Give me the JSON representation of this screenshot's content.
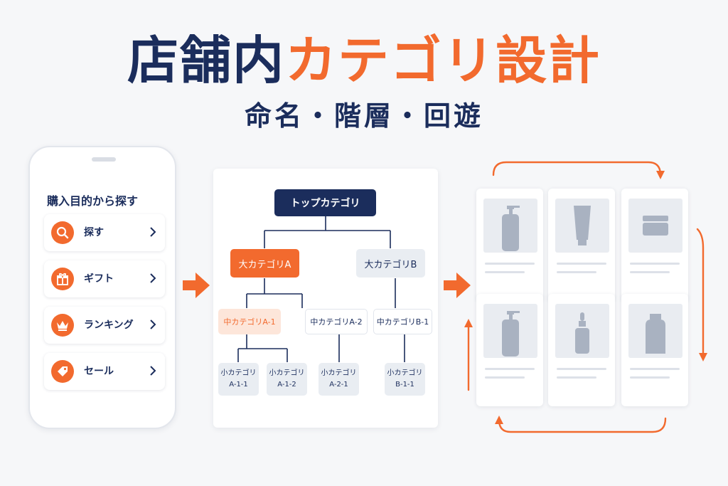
{
  "header": {
    "title_part1": "店舗内",
    "title_part2": "カテゴリ設計",
    "subtitle": "命名・階層・回遊"
  },
  "phone": {
    "heading": "購入目的から探す",
    "items": [
      {
        "label": "探す",
        "icon": "search-icon"
      },
      {
        "label": "ギフト",
        "icon": "gift-icon"
      },
      {
        "label": "ランキング",
        "icon": "crown-icon"
      },
      {
        "label": "セール",
        "icon": "tag-icon"
      }
    ]
  },
  "tree": {
    "top": "トップカテゴリ",
    "major_a": "大カテゴリA",
    "major_b": "大カテゴリB",
    "mid_a1": "中カテゴリA-1",
    "mid_a2": "中カテゴリA-2",
    "mid_b1": "中カテゴリB-1",
    "small": [
      {
        "line1": "小カテゴリ",
        "line2": "A-1-1"
      },
      {
        "line1": "小カテゴリ",
        "line2": "A-1-2"
      },
      {
        "line1": "小カテゴリ",
        "line2": "A-2-1"
      },
      {
        "line1": "小カテゴリ",
        "line2": "B-1-1"
      }
    ]
  },
  "products": {
    "items": [
      {
        "icon": "pump-bottle-icon"
      },
      {
        "icon": "tube-icon"
      },
      {
        "icon": "jar-icon"
      },
      {
        "icon": "pump-bottle-icon"
      },
      {
        "icon": "dropper-bottle-icon"
      },
      {
        "icon": "bottle-icon"
      }
    ]
  },
  "colors": {
    "navy": "#1b2d5c",
    "accent": "#f26a2e",
    "background": "#f6f7f9"
  }
}
